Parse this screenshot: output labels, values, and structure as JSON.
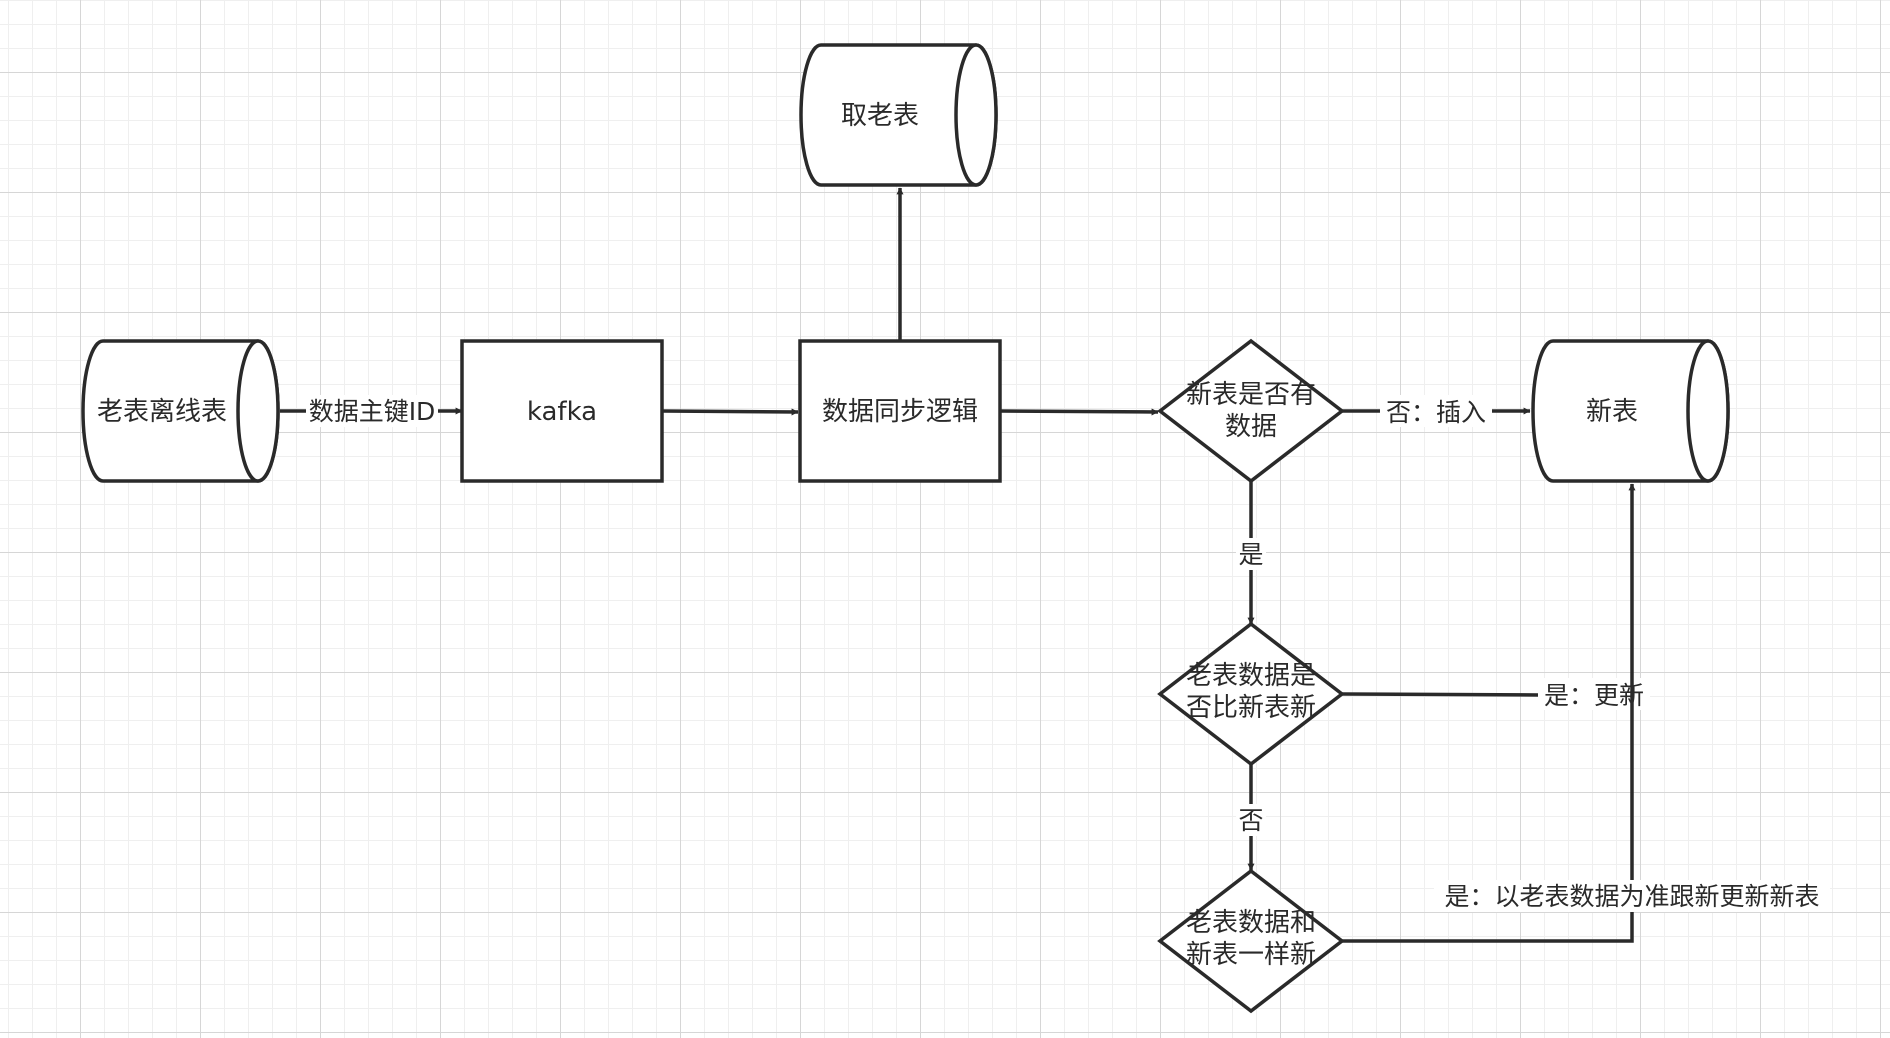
{
  "nodes": {
    "old_offline_table": "老表离线表",
    "kafka": "kafka",
    "fetch_old_table": "取老表",
    "sync_logic": "数据同步逻辑",
    "new_has_data_line1": "新表是否有",
    "new_has_data_line2": "数据",
    "old_newer_line1": "老表数据是",
    "old_newer_line2": "否比新表新",
    "same_line1": "老表数据和",
    "same_line2": "新表一样新",
    "new_table": "新表"
  },
  "edges": {
    "primary_key": "数据主键ID",
    "no_insert": "否：插入",
    "yes": "是",
    "yes_update": "是：更新",
    "no": "否",
    "yes_update_by_old": "是：以老表数据为准跟新更新新表"
  }
}
